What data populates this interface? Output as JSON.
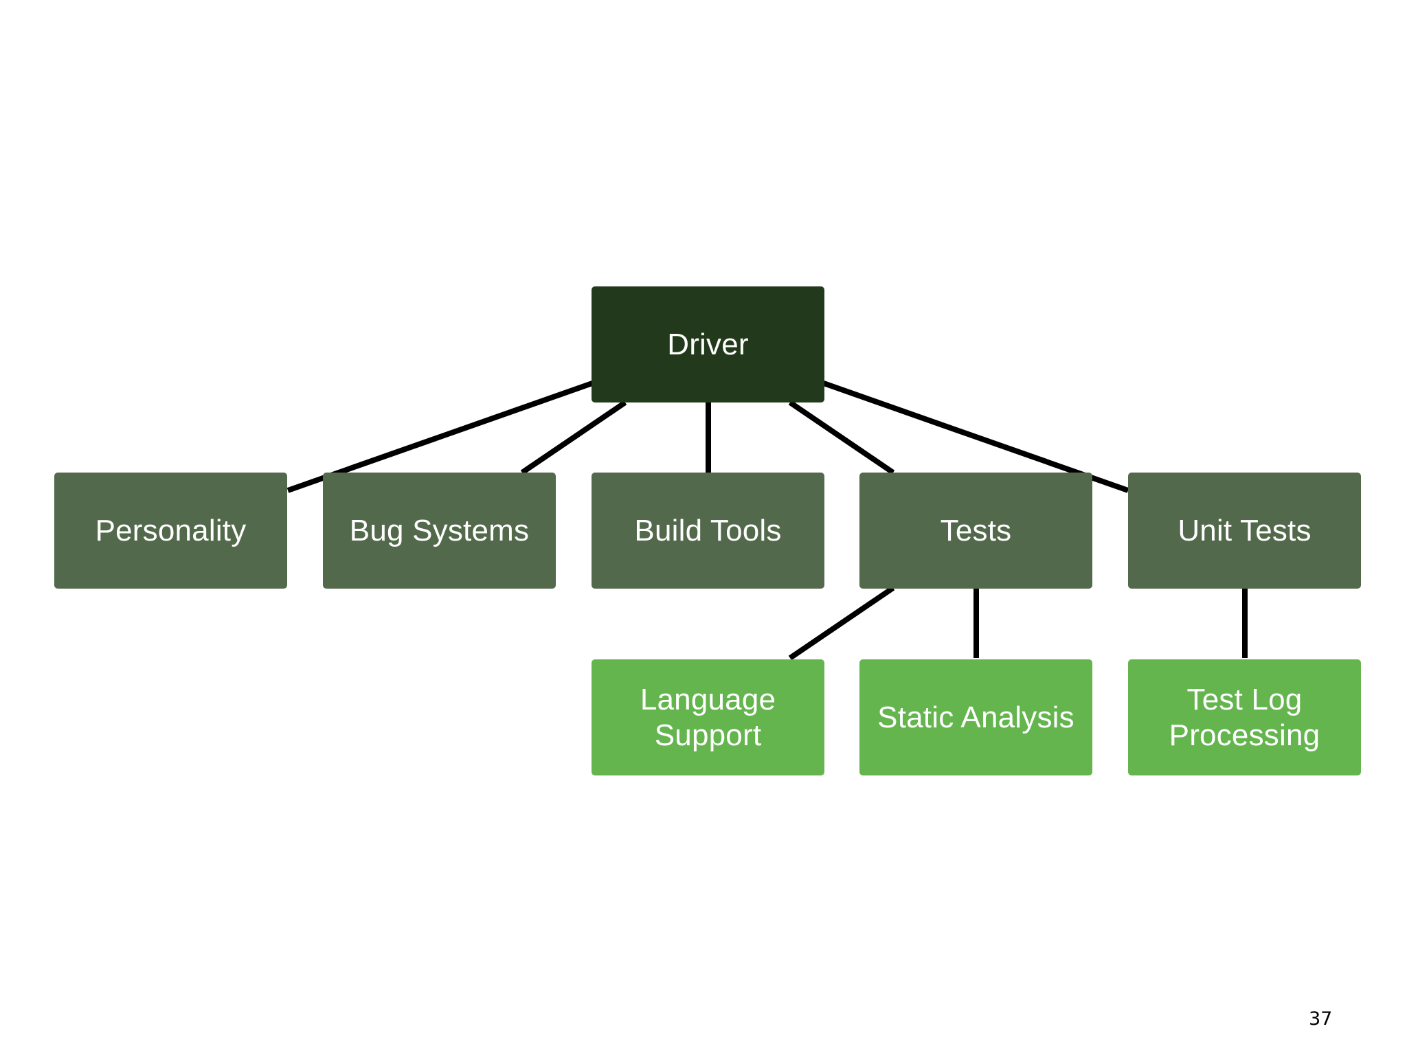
{
  "diagram": {
    "nodes": {
      "driver": "Driver",
      "personality": "Personality",
      "bug_systems": "Bug Systems",
      "build_tools": "Build Tools",
      "tests": "Tests",
      "unit_tests": "Unit Tests",
      "language_support": "Language Support",
      "static_analysis": "Static Analysis",
      "test_log_processing": "Test Log Processing"
    },
    "edges": [
      [
        "driver",
        "personality"
      ],
      [
        "driver",
        "bug_systems"
      ],
      [
        "driver",
        "build_tools"
      ],
      [
        "driver",
        "tests"
      ],
      [
        "driver",
        "unit_tests"
      ],
      [
        "tests",
        "language_support"
      ],
      [
        "tests",
        "static_analysis"
      ],
      [
        "unit_tests",
        "test_log_processing"
      ]
    ],
    "colors": {
      "driver": "#223a1b",
      "level_two": "#53694c",
      "leaf": "#64b54e",
      "connector": "#000000"
    }
  },
  "footer": {
    "page_number": "37"
  }
}
